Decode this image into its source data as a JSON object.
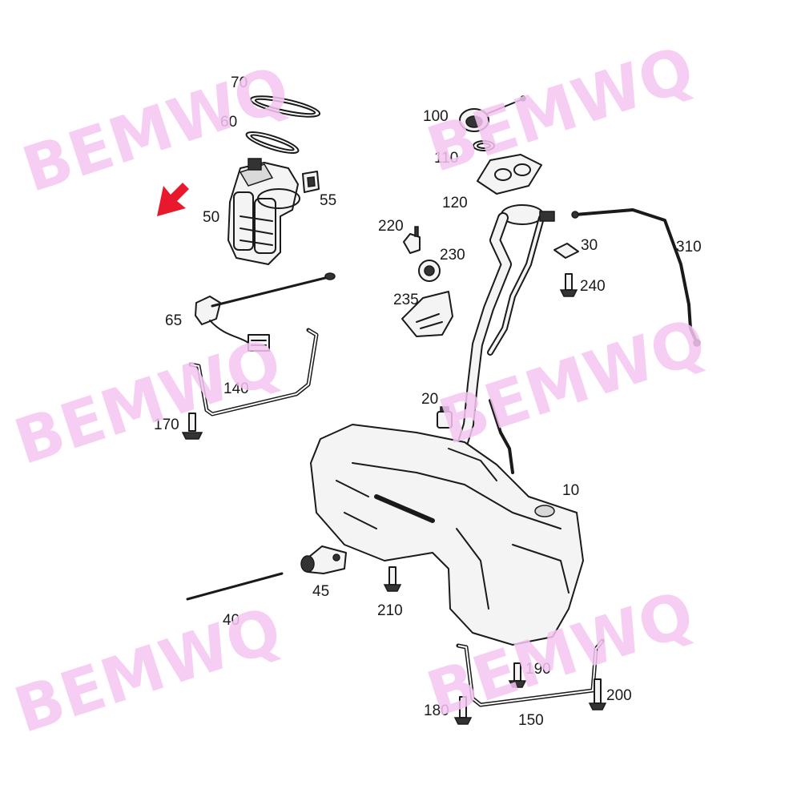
{
  "watermark": "BEMWQ",
  "colors": {
    "watermark": "#f6c6f2",
    "arrow": "#e8192c",
    "line": "#1a1a1a"
  },
  "indicator": {
    "icon": "red-arrow-icon",
    "points_to": "50"
  },
  "callouts": [
    {
      "id": "c70",
      "text": "70"
    },
    {
      "id": "c60",
      "text": "60"
    },
    {
      "id": "c55",
      "text": "55"
    },
    {
      "id": "c50",
      "text": "50"
    },
    {
      "id": "c65",
      "text": "65"
    },
    {
      "id": "c140",
      "text": "140"
    },
    {
      "id": "c170",
      "text": "170"
    },
    {
      "id": "c100",
      "text": "100"
    },
    {
      "id": "c110",
      "text": "110"
    },
    {
      "id": "c120",
      "text": "120"
    },
    {
      "id": "c220",
      "text": "220"
    },
    {
      "id": "c230",
      "text": "230"
    },
    {
      "id": "c235",
      "text": "235"
    },
    {
      "id": "c30",
      "text": "30"
    },
    {
      "id": "c240",
      "text": "240"
    },
    {
      "id": "c310",
      "text": "310"
    },
    {
      "id": "c20",
      "text": "20"
    },
    {
      "id": "c10",
      "text": "10"
    },
    {
      "id": "c45",
      "text": "45"
    },
    {
      "id": "c40",
      "text": "40"
    },
    {
      "id": "c210",
      "text": "210"
    },
    {
      "id": "c190",
      "text": "190"
    },
    {
      "id": "c200",
      "text": "200"
    },
    {
      "id": "c180",
      "text": "180"
    },
    {
      "id": "c150",
      "text": "150"
    }
  ]
}
